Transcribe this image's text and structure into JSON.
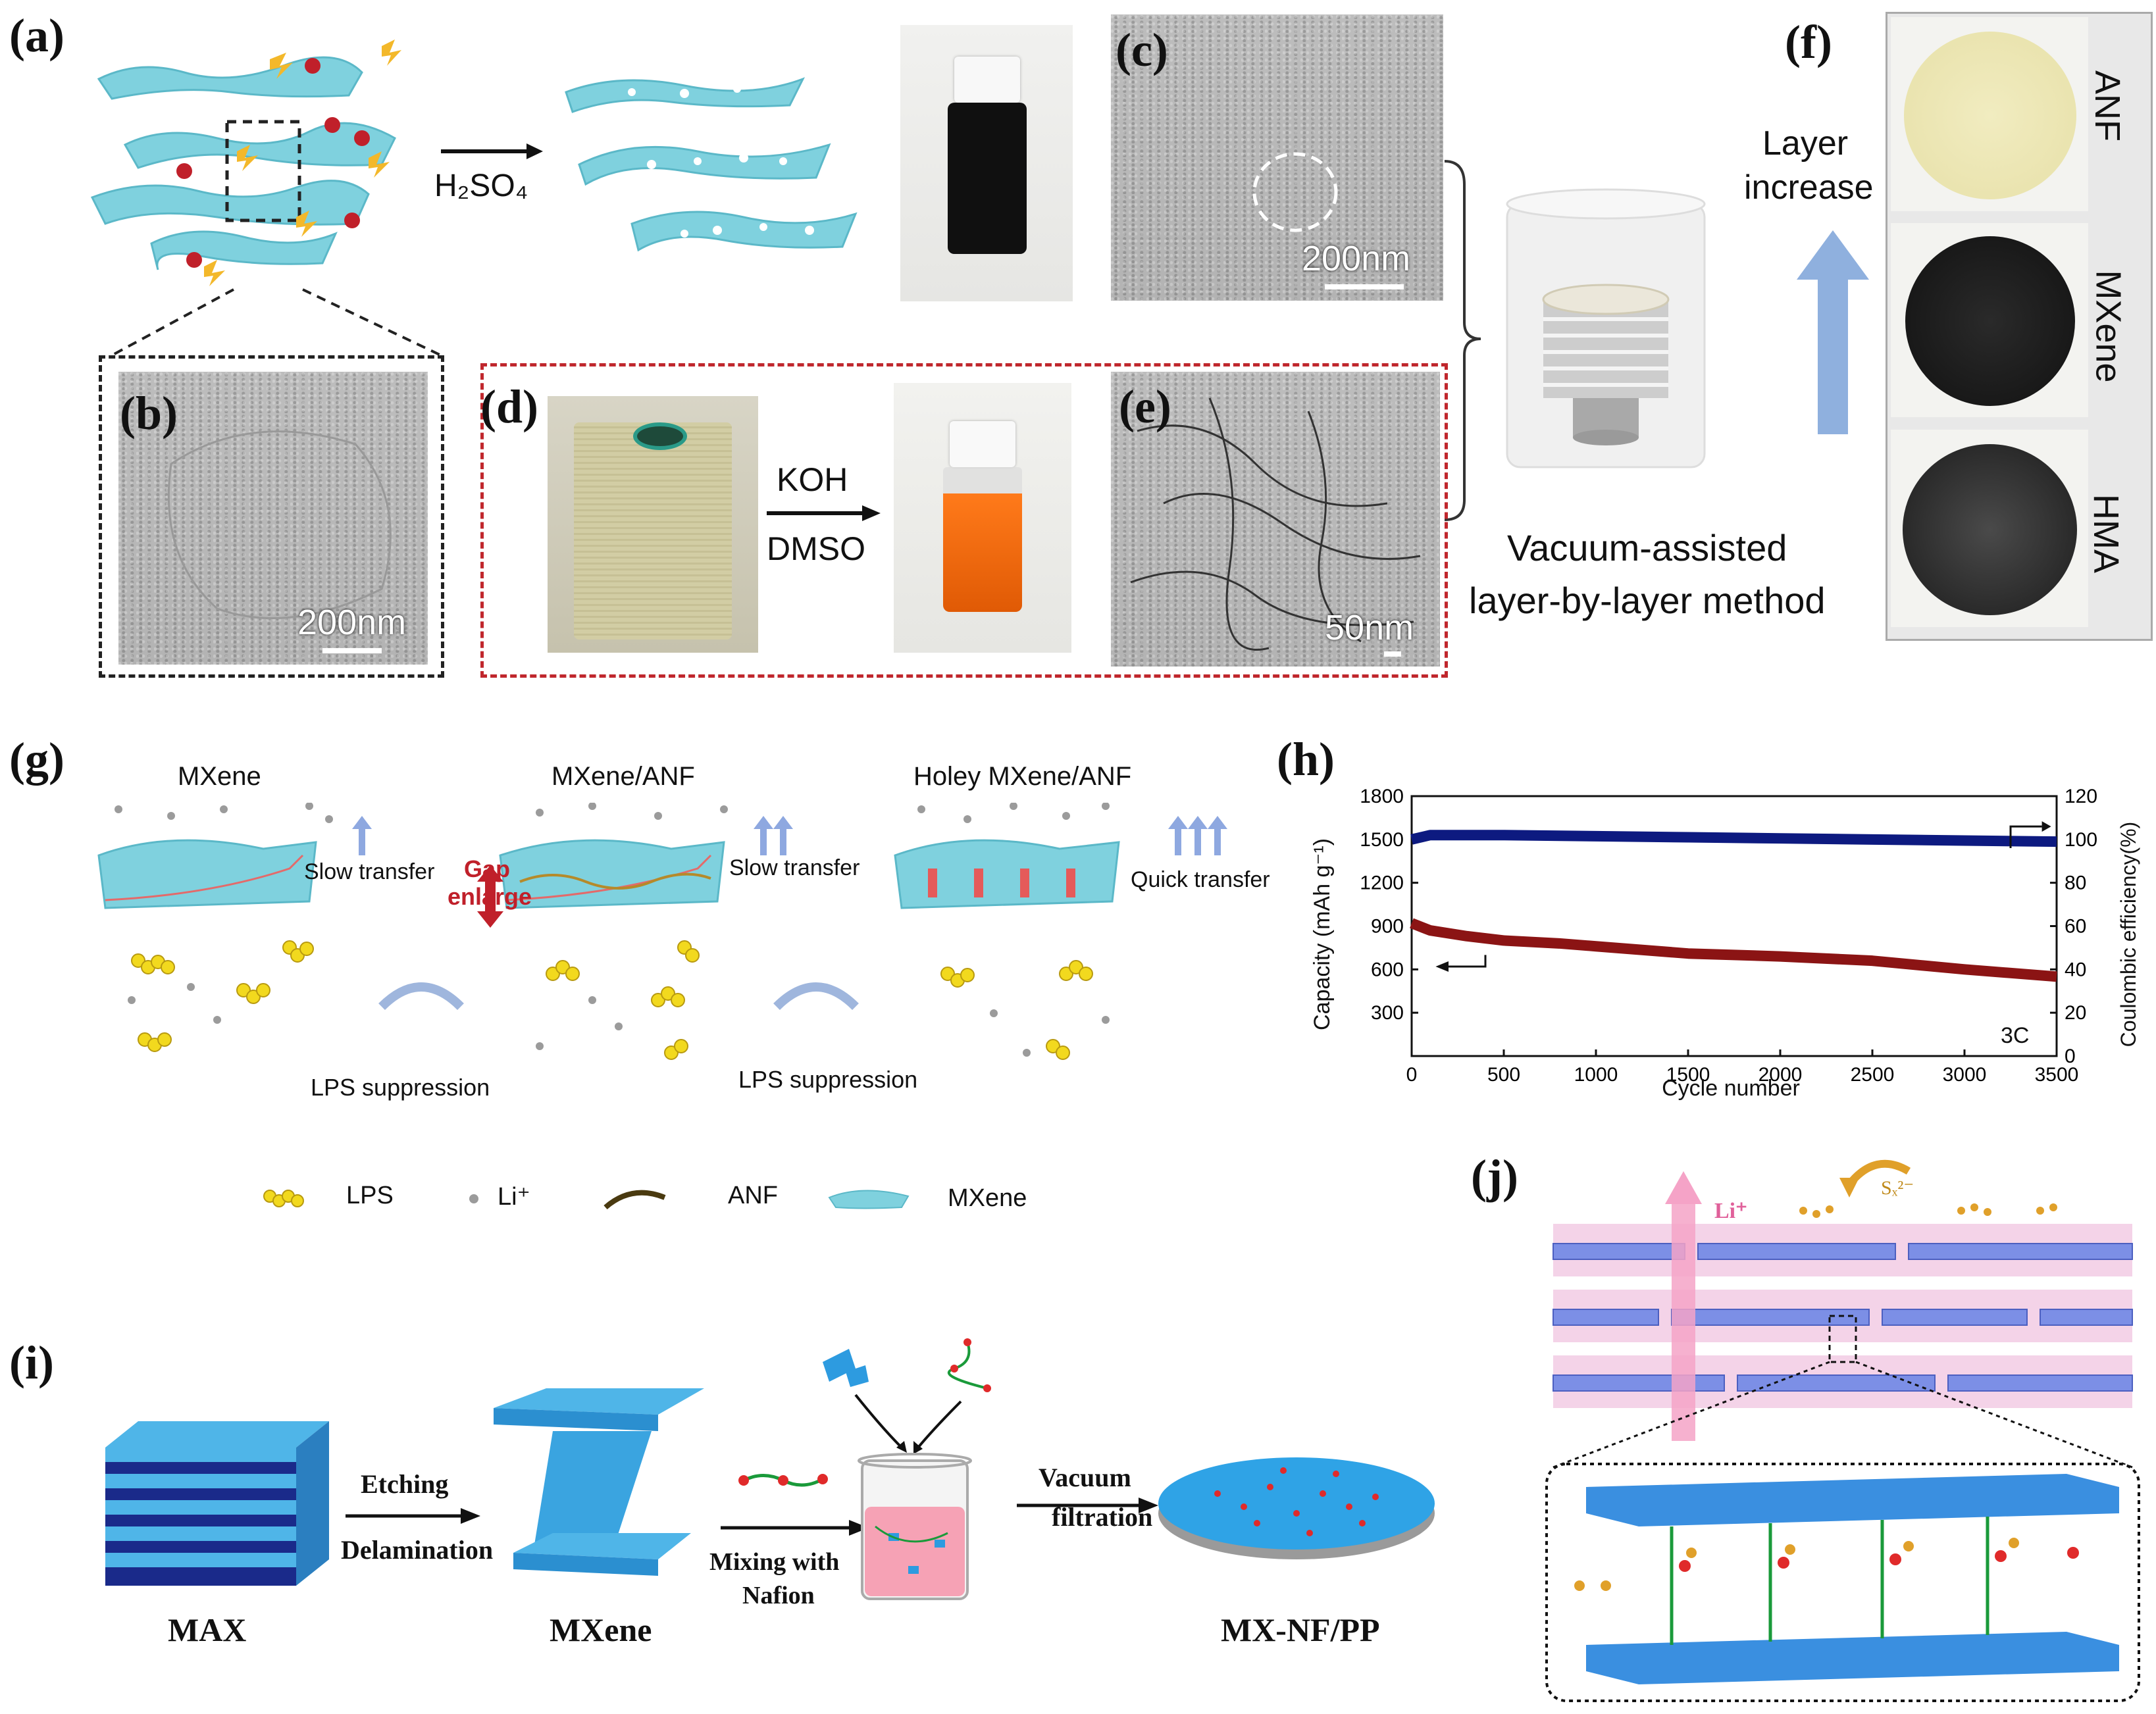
{
  "panels": {
    "a": {
      "label": "(a)",
      "reagent": "H₂SO₄"
    },
    "b": {
      "label": "(b)",
      "scale": "200nm"
    },
    "c": {
      "label": "(c)",
      "scale": "200nm"
    },
    "d": {
      "label": "(d)",
      "reagent_top": "KOH",
      "reagent_bottom": "DMSO"
    },
    "e": {
      "label": "(e)",
      "scale": "50nm"
    },
    "f": {
      "label": "(f)",
      "arrow_text_1": "Layer",
      "arrow_text_2": "increase",
      "samples": [
        "ANF",
        "MXene",
        "HMA"
      ]
    },
    "vacuum": {
      "line1": "Vacuum-assisted",
      "line2": "layer-by-layer method"
    },
    "g": {
      "label": "(g)",
      "titles": [
        "MXene",
        "MXene/ANF",
        "Holey MXene/ANF"
      ],
      "slow1": "Slow transfer",
      "slow2": "Slow transfer",
      "quick": "Quick transfer",
      "gap1": "Gap",
      "gap2": "enlarge",
      "lps1": "LPS suppression",
      "lps2": "LPS suppression",
      "legend": [
        "LPS",
        "Li⁺",
        "ANF",
        "MXene"
      ]
    },
    "h": {
      "label": "(h)",
      "rate": "3C"
    },
    "i": {
      "label": "(i)",
      "step1_top": "Etching",
      "step1_bottom": "Delamination",
      "step2_top": "Mixing with",
      "step2_bottom": "Nafion",
      "step3_top": "Vacuum",
      "step3_bottom": "filtration",
      "names": [
        "MAX",
        "MXene",
        "MX-NF/PP"
      ]
    },
    "j": {
      "label": "(j)",
      "li": "Li⁺",
      "s": "Sₓ²⁻"
    }
  },
  "chart_data": {
    "type": "line",
    "xlabel": "Cycle number",
    "ylabel": "Capacity (mAh g⁻¹)",
    "y2label": "Coulombic efficiency(%)",
    "xlim": [
      0,
      3500
    ],
    "ylim": [
      0,
      1800
    ],
    "y2lim": [
      0,
      120
    ],
    "xticks": [
      "0",
      "500",
      "1000",
      "1500",
      "2000",
      "2500",
      "3000",
      "3500"
    ],
    "yticks": [
      "300",
      "600",
      "900",
      "1200",
      "1500",
      "1800"
    ],
    "y2ticks": [
      "0",
      "20",
      "40",
      "60",
      "80",
      "100",
      "120"
    ],
    "series": [
      {
        "axis": "left",
        "color": "#8b1414",
        "x": [
          0,
          100,
          300,
          500,
          800,
          1000,
          1500,
          2000,
          2500,
          3000,
          3500
        ],
        "y": [
          920,
          870,
          830,
          800,
          780,
          760,
          710,
          690,
          660,
          600,
          550
        ]
      },
      {
        "axis": "right",
        "color": "#0d1a80",
        "x": [
          0,
          100,
          500,
          1000,
          1500,
          2000,
          2500,
          3000,
          3500
        ],
        "y": [
          100,
          102,
          102,
          101.5,
          101,
          100.5,
          100,
          99.5,
          99
        ]
      }
    ]
  }
}
